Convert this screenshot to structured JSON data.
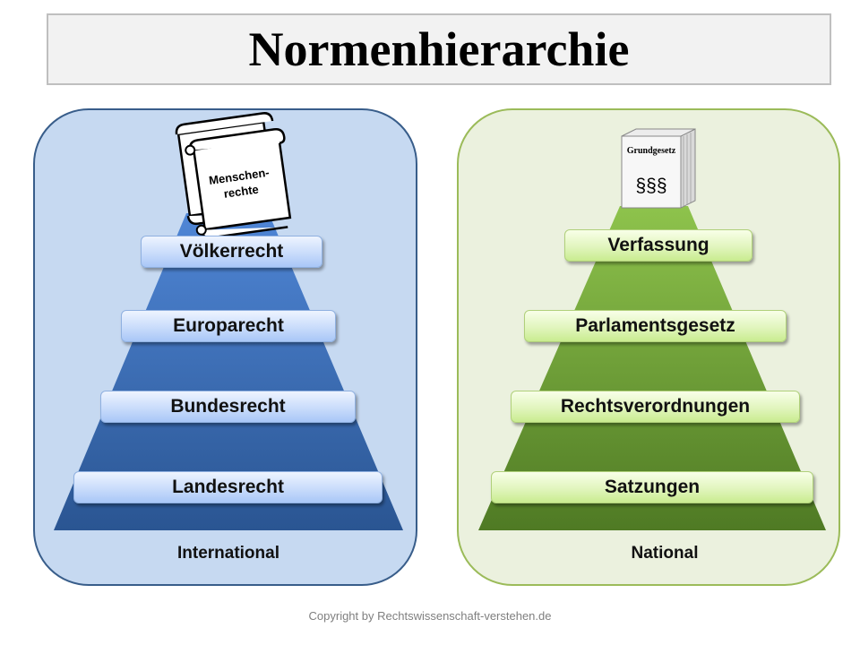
{
  "title": "Normenhierarchie",
  "international": {
    "caption": "International",
    "scroll_label_line1": "Menschen-",
    "scroll_label_line2": "rechte",
    "levels": [
      "Völkerrecht",
      "Europarecht",
      "Bundesrecht",
      "Landesrecht"
    ]
  },
  "national": {
    "caption": "National",
    "book_title": "Grundgesetz",
    "book_symbol": "§§§",
    "levels": [
      "Verfassung",
      "Parlamentsgesetz",
      "Rechtsverordnungen",
      "Satzungen"
    ]
  },
  "copyright": "Copyright by Rechtswissenschaft-verstehen.de",
  "colors": {
    "blue_panel": "#c6d9f1",
    "green_panel": "#ebf1de",
    "blue_pyramid": "#2e5f9e",
    "green_pyramid": "#5f8b2c"
  }
}
